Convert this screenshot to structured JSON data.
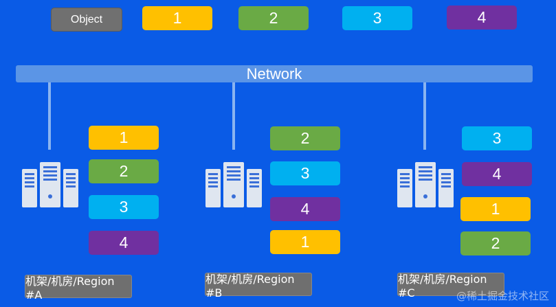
{
  "legend": {
    "object_label": "Object",
    "blocks": [
      "1",
      "2",
      "3",
      "4"
    ]
  },
  "network": {
    "label": "Network"
  },
  "racks": [
    {
      "label": "机架/机房/Region #A",
      "blocks": [
        "1",
        "2",
        "3",
        "4"
      ]
    },
    {
      "label": "机架/机房/Region #B",
      "blocks": [
        "2",
        "3",
        "4",
        "1"
      ]
    },
    {
      "label": "机架/机房/Region #C",
      "blocks": [
        "3",
        "4",
        "1",
        "2"
      ]
    }
  ],
  "colors": {
    "1": "#ffc000",
    "2": "#6aaa45",
    "3": "#00b0f0",
    "4": "#7030a0",
    "background": "#0a5be6"
  },
  "watermark": "@稀土掘金技术社区"
}
